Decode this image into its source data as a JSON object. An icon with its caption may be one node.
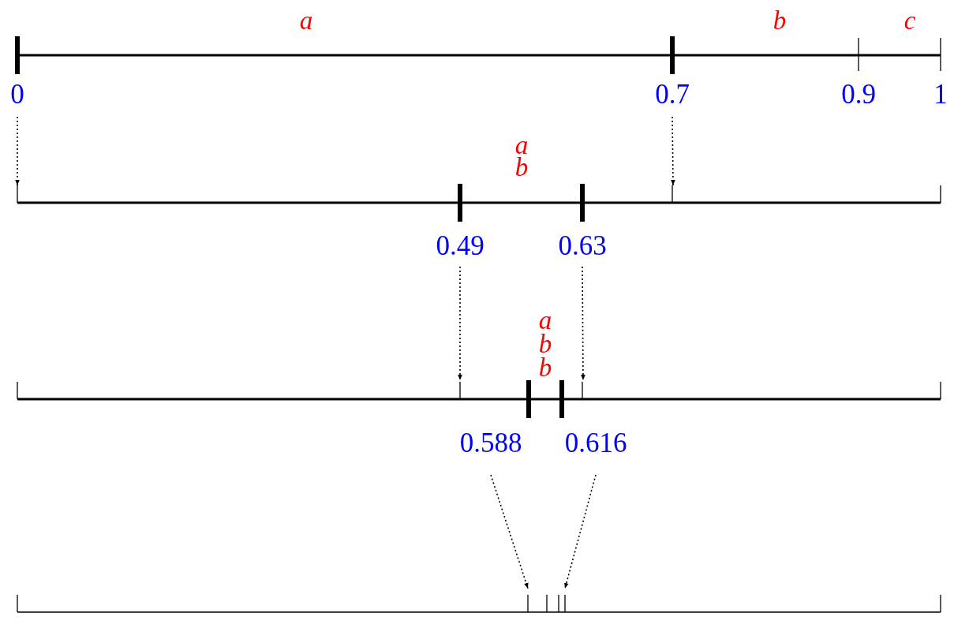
{
  "diagram": {
    "nodes": [
      {
        "text": [
          "0"
        ]
      },
      {
        "text": [
          "0.7"
        ]
      },
      {
        "text": [
          "0.49"
        ]
      },
      {
        "text": [
          "0.63"
        ]
      },
      {
        "text": [
          "0.588"
        ]
      },
      {
        "text": [
          "0.616"
        ]
      }
    ],
    "edges": [
      {
        "from": 0,
        "to": null,
        "arrow": "to"
      },
      {
        "from": 1,
        "to": null,
        "arrow": "to"
      },
      {
        "from": 2,
        "to": null,
        "arrow": "to"
      },
      {
        "from": 3,
        "to": null,
        "arrow": "to"
      },
      {
        "from": 4,
        "to": null,
        "arrow": "to"
      },
      {
        "from": 5,
        "to": null,
        "arrow": "to"
      }
    ],
    "labels": [
      "a",
      "b",
      "c",
      "0.9",
      "1",
      "a",
      "b",
      "a",
      "b",
      "b"
    ]
  }
}
